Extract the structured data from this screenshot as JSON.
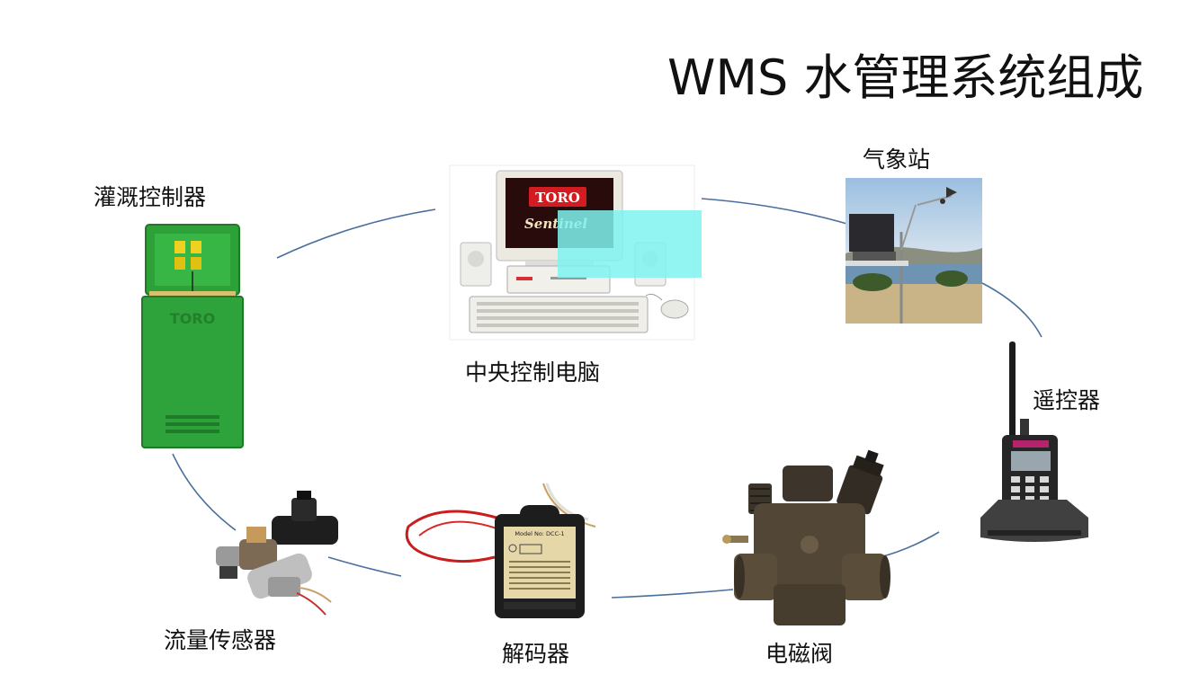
{
  "title": "WMS 水管理系统组成",
  "components": {
    "irrigation_controller": {
      "label": "灌溉控制器",
      "icon": "irrigation-controller-icon",
      "brand": "TORO",
      "color": "#2fa33b"
    },
    "central_computer": {
      "label": "中央控制电脑",
      "icon": "desktop-computer-icon",
      "brand": "TORO",
      "screen_text": "Sentinel"
    },
    "weather_station": {
      "label": "气象站",
      "icon": "weather-station-icon"
    },
    "remote_control": {
      "label": "遥控器",
      "icon": "walkie-talkie-icon"
    },
    "solenoid_valve": {
      "label": "电磁阀",
      "icon": "solenoid-valve-icon"
    },
    "decoder": {
      "label": "解码器",
      "icon": "decoder-icon",
      "model_text": "Model No: DCC-1"
    },
    "flow_sensor": {
      "label": "流量传感器",
      "icon": "flow-sensor-icon"
    }
  },
  "colors": {
    "connector": "#4a6f9c",
    "highlight": "#7ff3f0"
  }
}
